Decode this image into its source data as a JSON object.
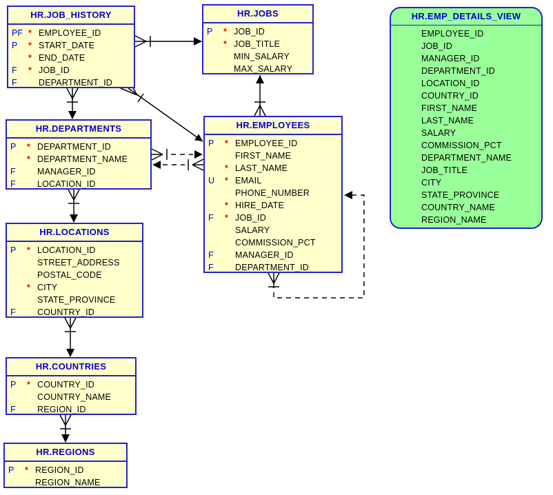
{
  "colors": {
    "table_fill": "#FFFFCC",
    "view_fill": "#99FF99",
    "border": "#2222CC",
    "title_text": "#0000D0",
    "key_text": "#0000D0",
    "required_marker": "#FF0000",
    "column_text": "#000000",
    "connector": "#000000",
    "background": "#FFFFFF"
  },
  "tables": {
    "job_history": {
      "title": "HR.JOB_HISTORY",
      "columns": [
        [
          "PF",
          "*",
          "EMPLOYEE_ID"
        ],
        [
          "P",
          "*",
          "START_DATE"
        ],
        [
          "",
          "*",
          "END_DATE"
        ],
        [
          "F",
          "*",
          "JOB_ID"
        ],
        [
          "F",
          "",
          "DEPARTMENT_ID"
        ]
      ]
    },
    "jobs": {
      "title": "HR.JOBS",
      "columns": [
        [
          "P",
          "*",
          "JOB_ID"
        ],
        [
          "",
          "*",
          "JOB_TITLE"
        ],
        [
          "",
          "",
          "MIN_SALARY"
        ],
        [
          "",
          "",
          "MAX_SALARY"
        ]
      ]
    },
    "departments": {
      "title": "HR.DEPARTMENTS",
      "columns": [
        [
          "P",
          "*",
          "DEPARTMENT_ID"
        ],
        [
          "",
          "*",
          "DEPARTMENT_NAME"
        ],
        [
          "F",
          "",
          "MANAGER_ID"
        ],
        [
          "F",
          "",
          "LOCATION_ID"
        ]
      ]
    },
    "employees": {
      "title": "HR.EMPLOYEES",
      "columns": [
        [
          "P",
          "*",
          "EMPLOYEE_ID"
        ],
        [
          "",
          "",
          "FIRST_NAME"
        ],
        [
          "",
          "*",
          "LAST_NAME"
        ],
        [
          "U",
          "*",
          "EMAIL"
        ],
        [
          "",
          "",
          "PHONE_NUMBER"
        ],
        [
          "",
          "*",
          "HIRE_DATE"
        ],
        [
          "F",
          "*",
          "JOB_ID"
        ],
        [
          "",
          "",
          "SALARY"
        ],
        [
          "",
          "",
          "COMMISSION_PCT"
        ],
        [
          "F",
          "",
          "MANAGER_ID"
        ],
        [
          "F",
          "",
          "DEPARTMENT_ID"
        ]
      ]
    },
    "locations": {
      "title": "HR.LOCATIONS",
      "columns": [
        [
          "P",
          "*",
          "LOCATION_ID"
        ],
        [
          "",
          "",
          "STREET_ADDRESS"
        ],
        [
          "",
          "",
          "POSTAL_CODE"
        ],
        [
          "",
          "*",
          "CITY"
        ],
        [
          "",
          "",
          "STATE_PROVINCE"
        ],
        [
          "F",
          "",
          "COUNTRY_ID"
        ]
      ]
    },
    "countries": {
      "title": "HR.COUNTRIES",
      "columns": [
        [
          "P",
          "*",
          "COUNTRY_ID"
        ],
        [
          "",
          "",
          "COUNTRY_NAME"
        ],
        [
          "F",
          "",
          "REGION_ID"
        ]
      ]
    },
    "regions": {
      "title": "HR.REGIONS",
      "columns": [
        [
          "P",
          "*",
          "REGION_ID"
        ],
        [
          "",
          "",
          "REGION_NAME"
        ]
      ]
    }
  },
  "view": {
    "title": "HR.EMP_DETAILS_VIEW",
    "columns": [
      "EMPLOYEE_ID",
      "JOB_ID",
      "MANAGER_ID",
      "DEPARTMENT_ID",
      "LOCATION_ID",
      "COUNTRY_ID",
      "FIRST_NAME",
      "LAST_NAME",
      "SALARY",
      "COMMISSION_PCT",
      "DEPARTMENT_NAME",
      "JOB_TITLE",
      "CITY",
      "STATE_PROVINCE",
      "COUNTRY_NAME",
      "REGION_NAME"
    ]
  },
  "relationships": [
    {
      "from": "HR.JOB_HISTORY",
      "to": "HR.JOBS",
      "from_end": "crow-foot-tick",
      "to_end": "arrow",
      "line": "solid"
    },
    {
      "from": "HR.JOB_HISTORY",
      "to": "HR.DEPARTMENTS",
      "from_end": "crow-foot-tick",
      "to_end": "arrow",
      "line": "solid"
    },
    {
      "from": "HR.JOB_HISTORY",
      "to": "HR.EMPLOYEES",
      "from_end": "crow-foot-tick",
      "to_end": "arrow",
      "line": "solid"
    },
    {
      "from": "HR.EMPLOYEES",
      "to": "HR.JOBS",
      "from_end": "crow-foot-tick",
      "to_end": "arrow",
      "line": "solid"
    },
    {
      "from": "HR.DEPARTMENTS",
      "to": "HR.EMPLOYEES",
      "from_end": "crow-foot-tick",
      "to_end": "arrow",
      "line": "dashed"
    },
    {
      "from": "HR.EMPLOYEES",
      "to": "HR.DEPARTMENTS",
      "from_end": "crow-foot-tick",
      "to_end": "arrow",
      "line": "dashed"
    },
    {
      "from": "HR.EMPLOYEES",
      "to": "HR.EMPLOYEES",
      "from_end": "crow-foot-tick",
      "to_end": "arrow",
      "line": "dashed"
    },
    {
      "from": "HR.DEPARTMENTS",
      "to": "HR.LOCATIONS",
      "from_end": "crow-foot-tick",
      "to_end": "arrow",
      "line": "solid"
    },
    {
      "from": "HR.LOCATIONS",
      "to": "HR.COUNTRIES",
      "from_end": "crow-foot-tick",
      "to_end": "arrow",
      "line": "solid"
    },
    {
      "from": "HR.COUNTRIES",
      "to": "HR.REGIONS",
      "from_end": "crow-foot-tick",
      "to_end": "arrow",
      "line": "solid"
    }
  ]
}
